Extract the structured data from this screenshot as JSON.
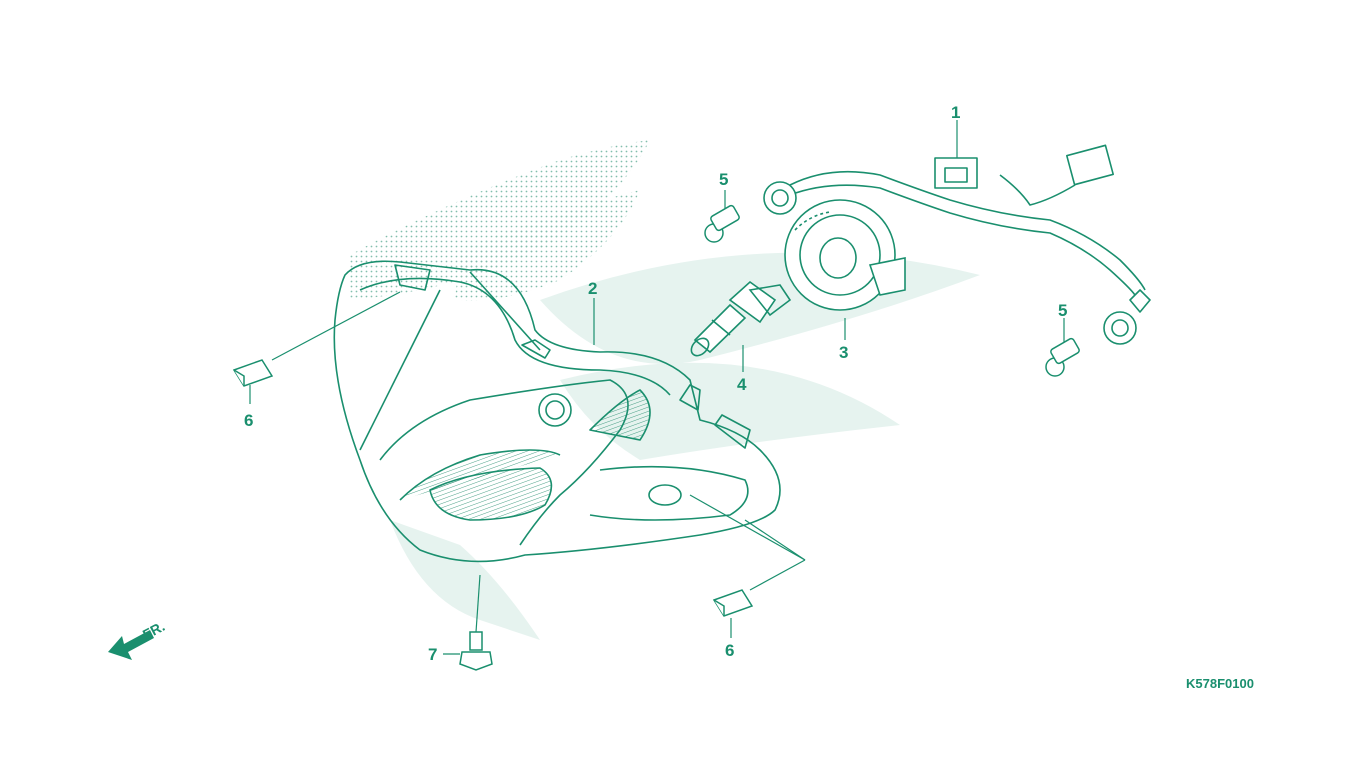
{
  "callouts": [
    {
      "id": "p1",
      "label": "1"
    },
    {
      "id": "p2",
      "label": "2"
    },
    {
      "id": "p3",
      "label": "3"
    },
    {
      "id": "p4",
      "label": "4"
    },
    {
      "id": "p5a",
      "label": "5"
    },
    {
      "id": "p5b",
      "label": "5"
    },
    {
      "id": "p6a",
      "label": "6"
    },
    {
      "id": "p6b",
      "label": "6"
    },
    {
      "id": "p7",
      "label": "7"
    }
  ],
  "front_arrow": {
    "label": "FR."
  },
  "diagram_code": "K578F0100",
  "colors": {
    "line": "#1a8f6e",
    "watermark": "#e6f3ef",
    "dot": "#1f8a6a"
  }
}
